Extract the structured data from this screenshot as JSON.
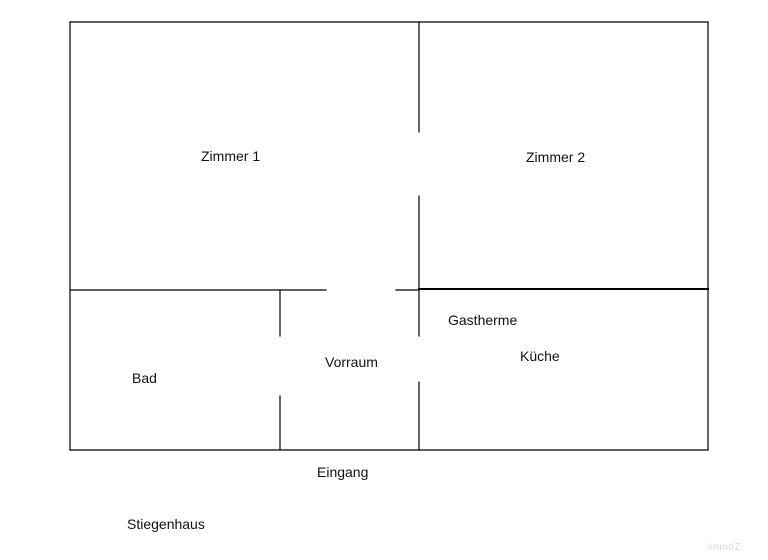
{
  "rooms": {
    "zimmer1": "Zimmer 1",
    "zimmer2": "Zimmer 2",
    "bad": "Bad",
    "vorraum": "Vorraum",
    "kueche": "Küche",
    "gastherme": "Gastherme",
    "eingang": "Eingang",
    "stiegenhaus": "Stiegenhaus"
  },
  "watermark": "immoZ",
  "colors": {
    "wall": "#000000",
    "text": "#111111",
    "background": "#ffffff"
  }
}
